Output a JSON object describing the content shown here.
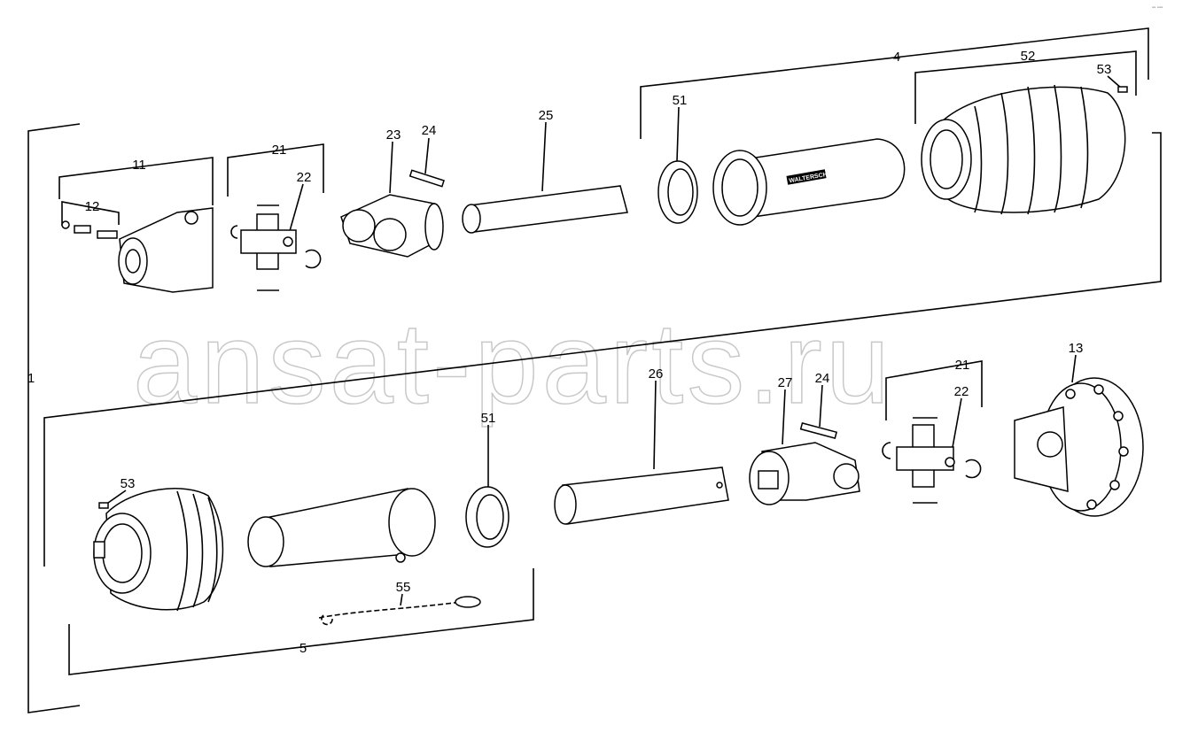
{
  "diagram": {
    "title": "Exploded view of PTO drive shaft",
    "watermark": "ansat-parts.ru",
    "brand_marking": "WALTERSCHEID",
    "corner_mark": "▪▪ ▪▪▪",
    "labels": {
      "assembly": "1",
      "tube_assembly_outer": "4",
      "tube_assembly_inner": "5",
      "yoke": "11",
      "pin_set": "12",
      "clutch": "13",
      "cross_kit_top": "21",
      "circlip_top": "22",
      "inner_yoke_top": "23",
      "roll_pin_top": "24",
      "profile_tube_outer": "25",
      "profile_tube_inner": "26",
      "inner_yoke_bottom": "27",
      "cross_kit_bottom": "21",
      "circlip_bottom": "22",
      "roll_pin_bottom": "24",
      "bearing_ring_top": "51",
      "bearing_ring_bottom": "51",
      "guard_cone": "52",
      "screw_top": "53",
      "screw_bottom": "53",
      "chain": "55"
    }
  }
}
